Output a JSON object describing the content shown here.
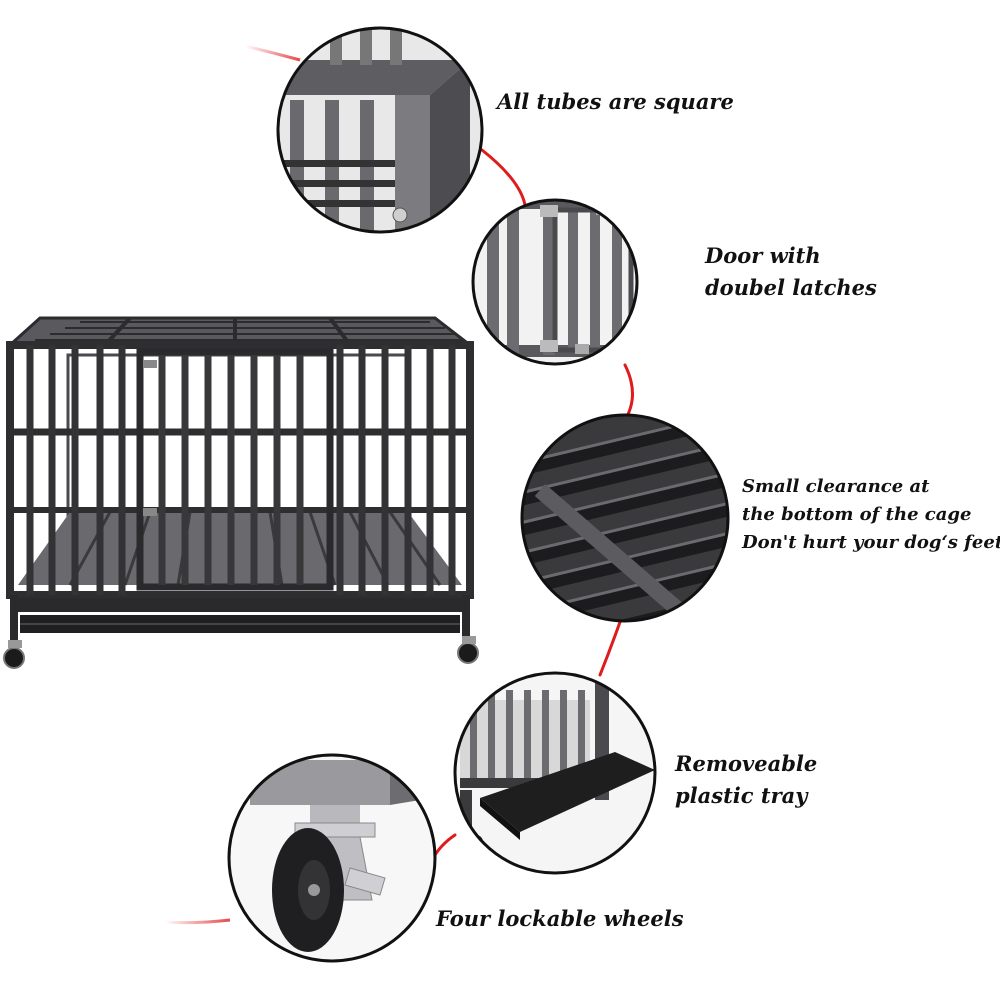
{
  "callouts": {
    "tubes": {
      "lines": [
        "All tubes are square"
      ]
    },
    "door": {
      "lines": [
        "Door with",
        "doubel latches"
      ]
    },
    "clearance": {
      "lines": [
        "Small clearance at",
        "the bottom of  the cage",
        "Don't hurt your dog‘s feet"
      ]
    },
    "tray": {
      "lines": [
        "Removeable",
        "plastic tray"
      ]
    },
    "wheels": {
      "lines": [
        "Four lockable wheels"
      ]
    }
  },
  "colors": {
    "connector": "#e01b1b",
    "circle_border": "#111111",
    "metal": "#3a3a3c",
    "metal_light": "#6c6c70",
    "tray": "#1e1e1e"
  }
}
